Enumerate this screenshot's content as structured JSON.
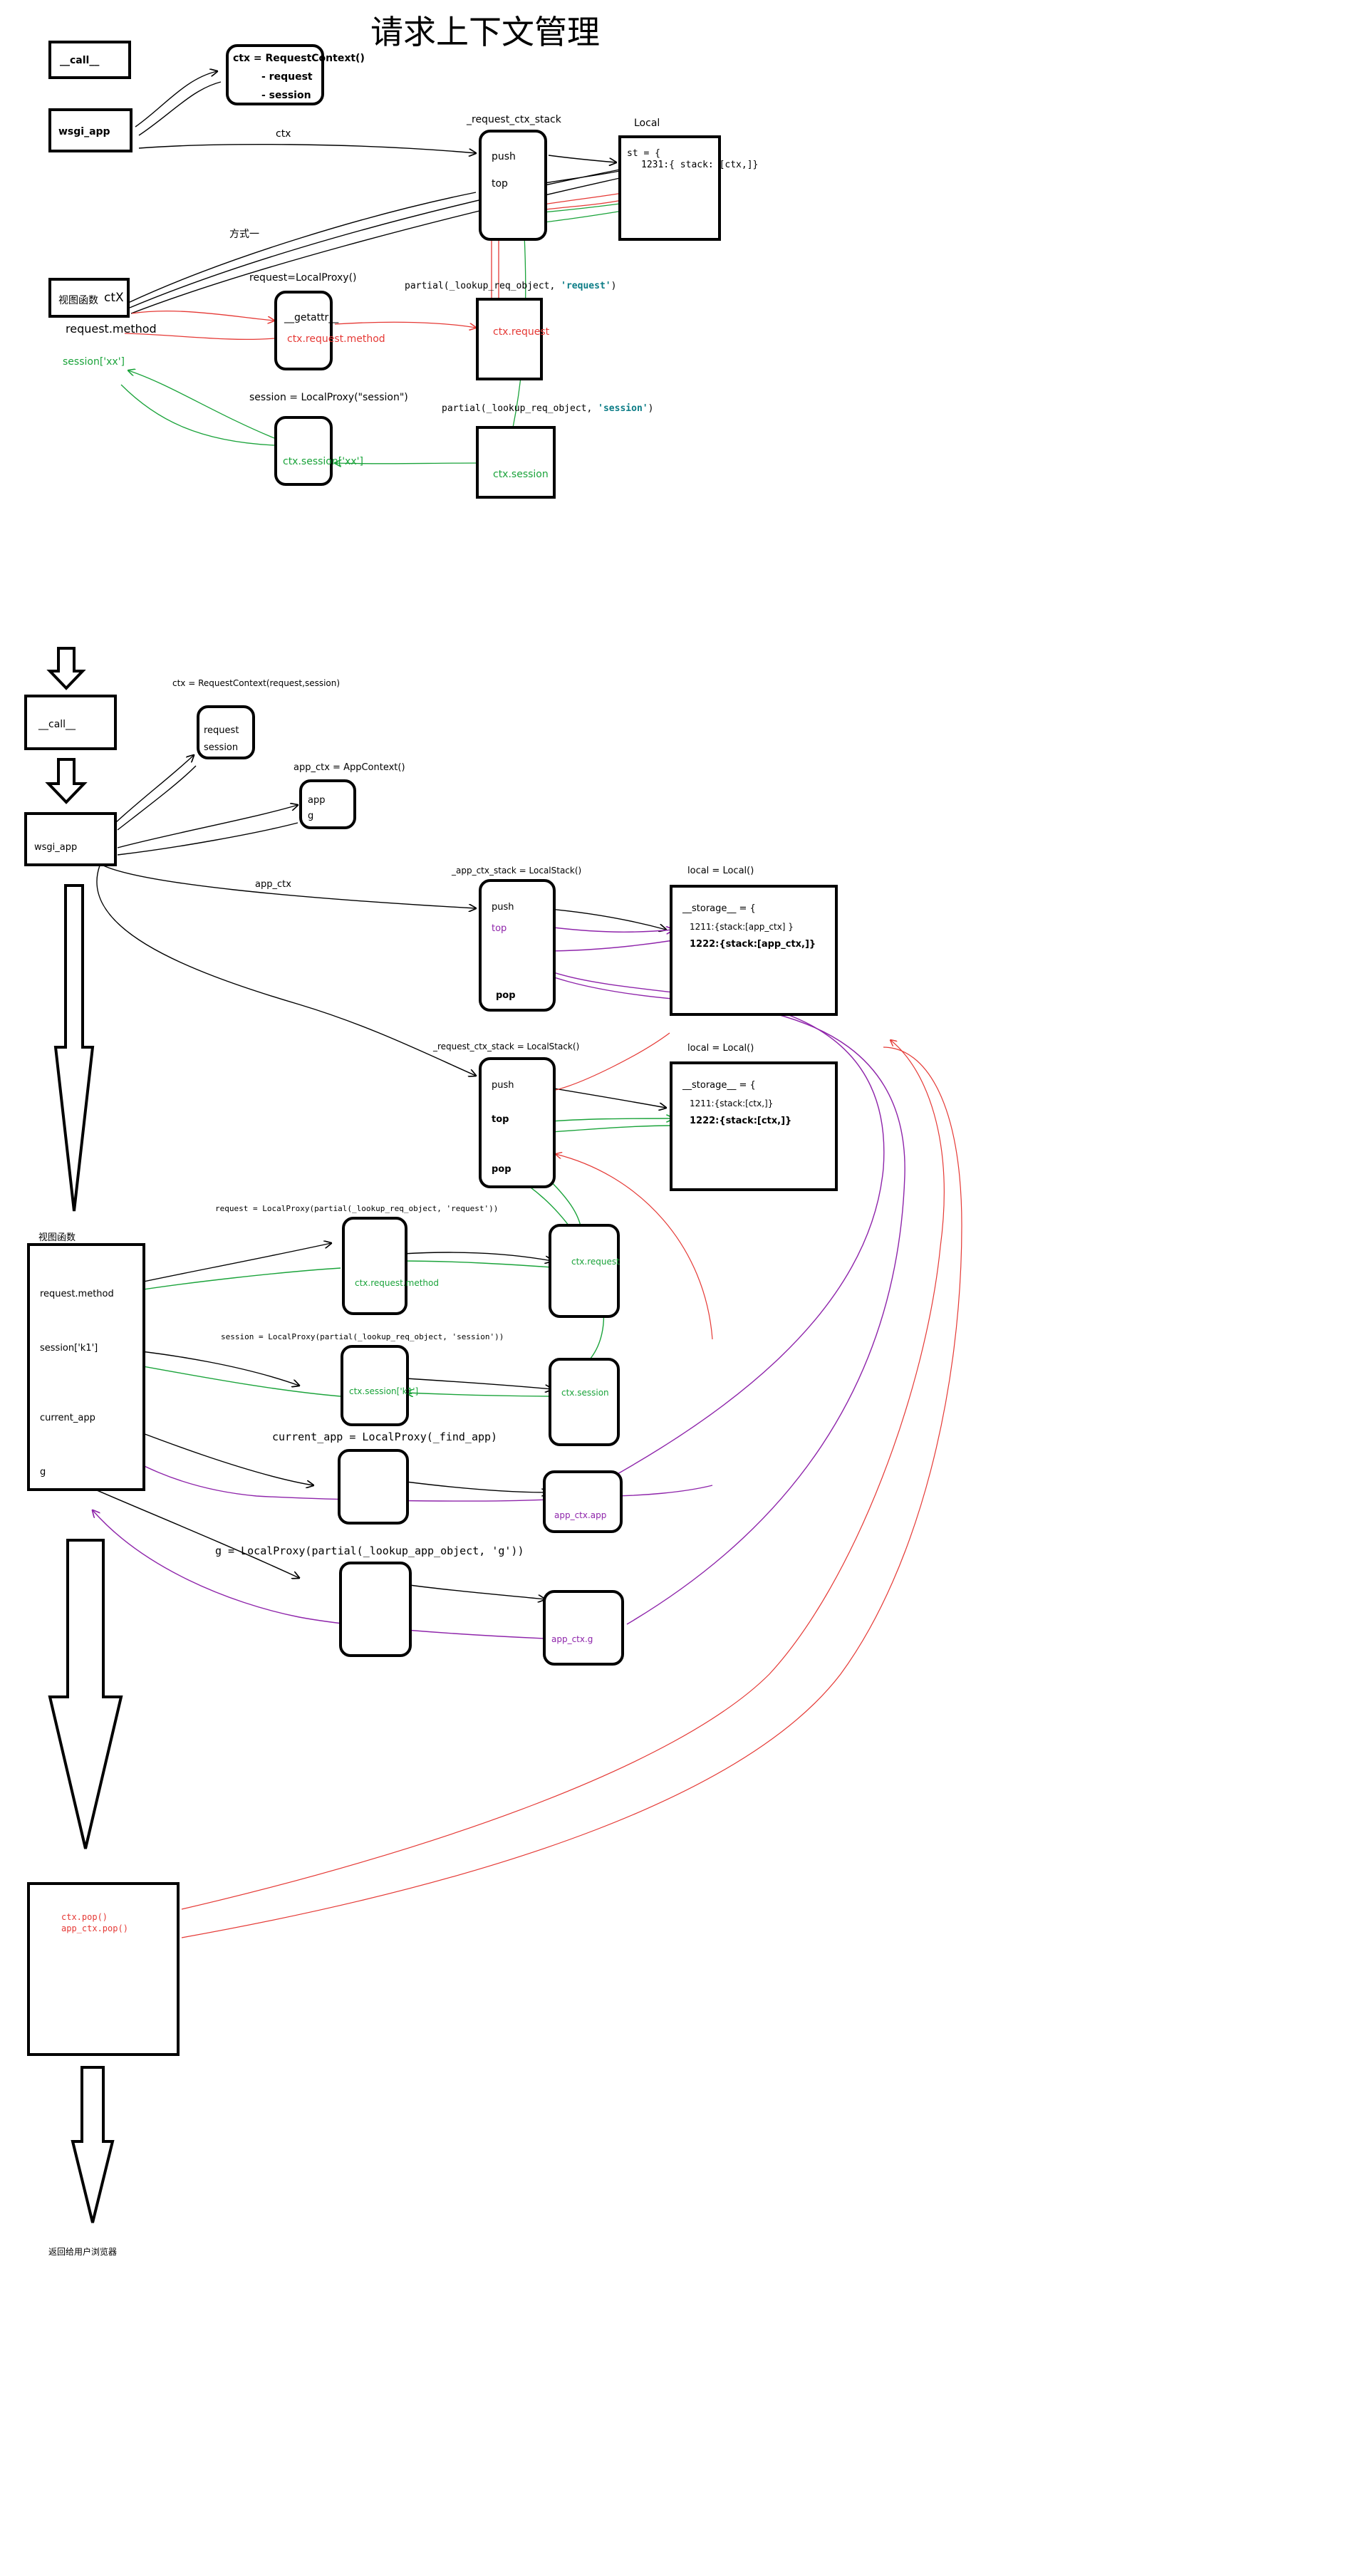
{
  "title": "请求上下文管理",
  "colors": {
    "black": "#000000",
    "red": "#e53935",
    "green": "#1aa33a",
    "purple": "#8e24aa",
    "teal": "#0b7c86"
  },
  "d1": {
    "call": "__call__",
    "wsgi": "wsgi_app",
    "ctx_box": [
      "ctx = RequestContext()",
      "- request",
      "- session"
    ],
    "ctx_label": "ctx",
    "stack_label": "_request_ctx_stack",
    "push": "push",
    "top": "top",
    "local_label": "Local",
    "local_lines": [
      "st = {",
      "1231:{ stack: [ctx,]}"
    ],
    "mode_one": "方式一",
    "view": "视图函数",
    "view_suffix": "ctX",
    "request_method": "request.method",
    "session_xx": "session['xx']",
    "req_proxy_label": "request=LocalProxy()",
    "getattr": "__getattr__",
    "ctx_request_method": "ctx.request.method",
    "partial_req_prefix": "partial(_lookup_req_object, ",
    "partial_req_arg": "'request'",
    "partial_sess_arg": "'session'",
    "partial_suffix": ")",
    "ctx_request": "ctx.request",
    "sess_proxy_label": "session = LocalProxy(\"session\")",
    "ctx_session_xx": "ctx.session['xx']",
    "ctx_session": "ctx.session"
  },
  "d2": {
    "call": "__call__",
    "wsgi": "wsgi_app",
    "ctx_label": "ctx = RequestContext(request,session)",
    "ctx_items": [
      "request",
      "session"
    ],
    "app_ctx_label": "app_ctx = AppContext()",
    "app_ctx_items": [
      "app",
      "g"
    ],
    "app_ctx_arrow": "app_ctx",
    "app_stack_label": "_app_ctx_stack = LocalStack()",
    "req_stack_label": "_request_ctx_stack = LocalStack()",
    "push": "push",
    "top": "top",
    "pop": "pop",
    "local1_label": "local = Local()",
    "local1_lines": [
      "__storage__ = {",
      "1211:{stack:[app_ctx]  }",
      "1222:{stack:[app_ctx,]}"
    ],
    "local2_label": "local = Local()",
    "local2_lines": [
      "__storage__ = {",
      "1211:{stack:[ctx,]}",
      "1222:{stack:[ctx,]}"
    ],
    "view_label": "视图函数",
    "view_items": [
      "request.method",
      "session['k1']",
      "current_app",
      "g"
    ],
    "req_proxy": "request = LocalProxy(partial(_lookup_req_object, 'request'))",
    "sess_proxy": "session = LocalProxy(partial(_lookup_req_object, 'session'))",
    "current_app_proxy": "current_app = LocalProxy(_find_app)",
    "g_proxy": "g = LocalProxy(partial(_lookup_app_object, 'g'))",
    "ctx_request_method": "ctx.request.method",
    "ctx_request": "ctx.request",
    "ctx_session_k1": "ctx.session['k1']",
    "ctx_session": "ctx.session",
    "app_ctx_app": "app_ctx.app",
    "app_ctx_g": "app_ctx.g",
    "pops": [
      "ctx.pop()",
      "app_ctx.pop()"
    ],
    "return_label": "返回给用户浏览器"
  }
}
